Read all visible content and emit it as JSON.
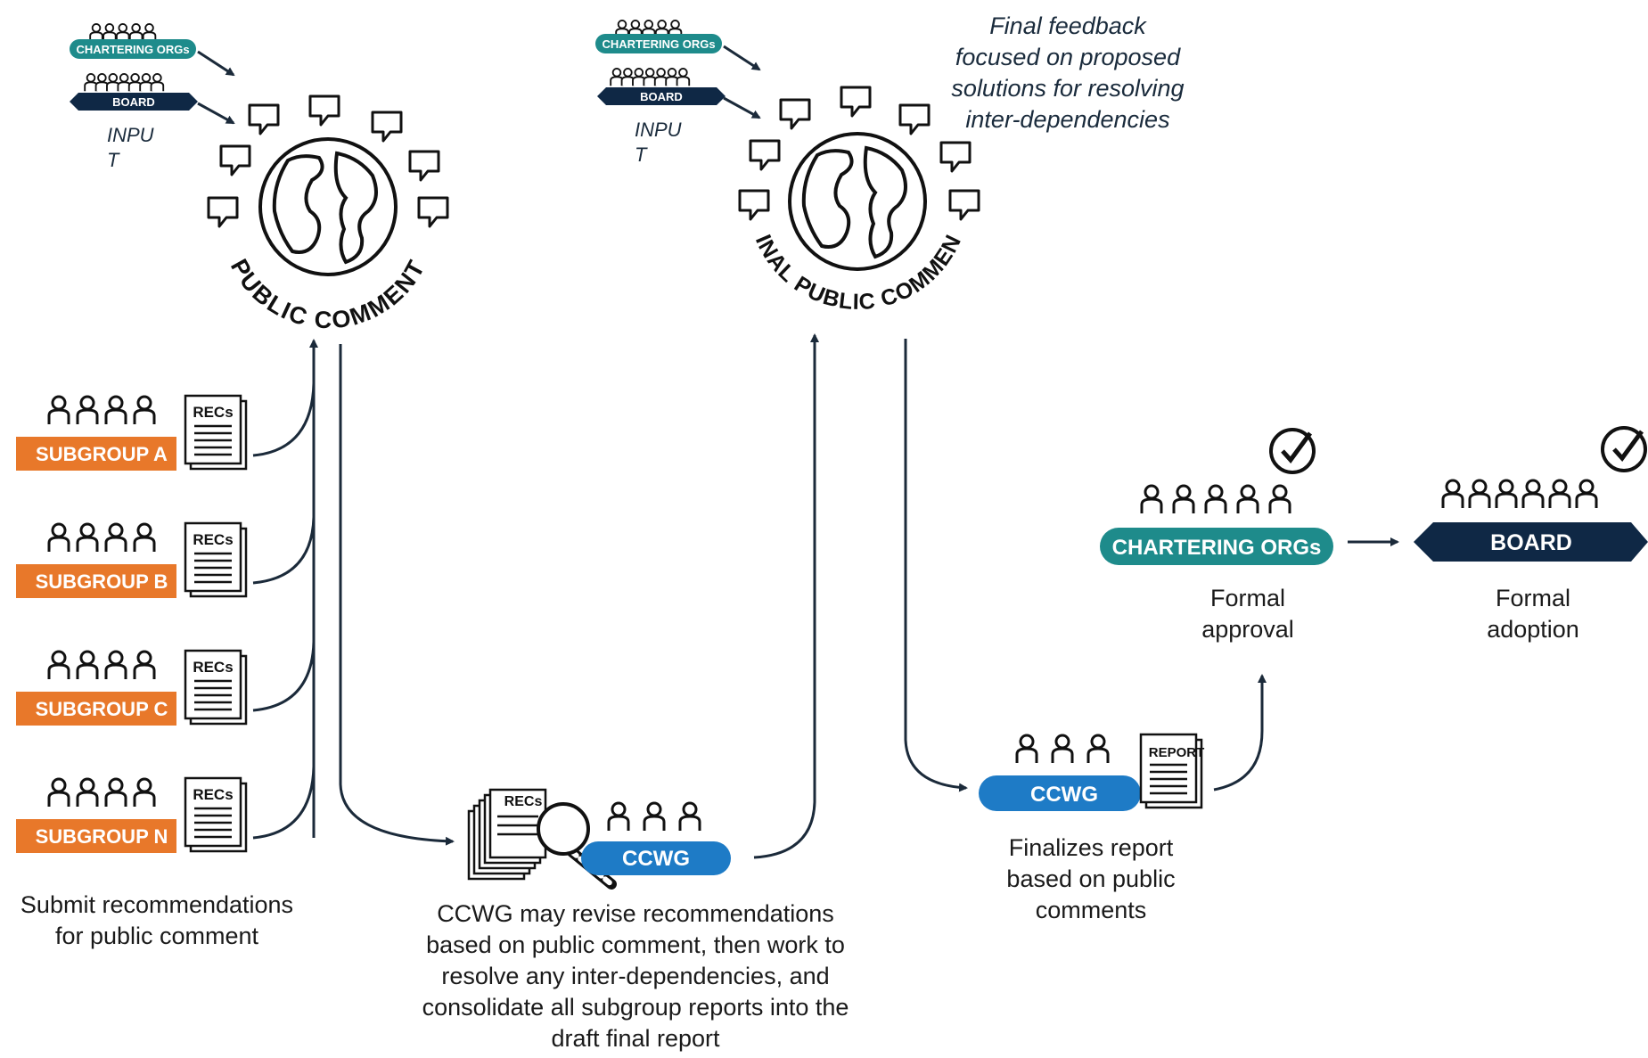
{
  "colors": {
    "orange": "#e8782a",
    "teal": "#1e8b8b",
    "navy": "#0f2845",
    "blue": "#1e7bc6",
    "ink": "#1b2a3a"
  },
  "public_comment": {
    "title": "PUBLIC COMMENT",
    "chartering_label": "CHARTERING ORGs",
    "board_label": "BOARD",
    "input_label": "INPU\nT"
  },
  "final_public_comment": {
    "title": "FINAL PUBLIC COMMENT",
    "chartering_label": "CHARTERING ORGs",
    "board_label": "BOARD",
    "input_label": "INPU\nT",
    "note": "Final feedback focused on proposed solutions for resolving inter-dependencies"
  },
  "subgroups": [
    {
      "label": "SUBGROUP A",
      "doc": "RECs"
    },
    {
      "label": "SUBGROUP B",
      "doc": "RECs"
    },
    {
      "label": "SUBGROUP C",
      "doc": "RECs"
    },
    {
      "label": "SUBGROUP N",
      "doc": "RECs"
    }
  ],
  "subgroups_caption": "Submit recommendations for public comment",
  "ccwg_review": {
    "label": "CCWG",
    "doc": "RECs",
    "caption": "CCWG may revise recommendations based on public comment, then work to resolve any inter-dependencies, and consolidate all subgroup reports into the draft final report"
  },
  "ccwg_final": {
    "label": "CCWG",
    "doc": "REPORT",
    "caption": "Finalizes report based on public comments"
  },
  "approval": {
    "label": "CHARTERING ORGs",
    "caption": "Formal approval"
  },
  "adoption": {
    "label": "BOARD",
    "caption": "Formal adoption"
  },
  "icons": [
    "globe-icon",
    "speech-bubble-icon",
    "people-icon",
    "document-icon",
    "magnifier-icon",
    "checkmark-icon",
    "arrow-icon"
  ]
}
